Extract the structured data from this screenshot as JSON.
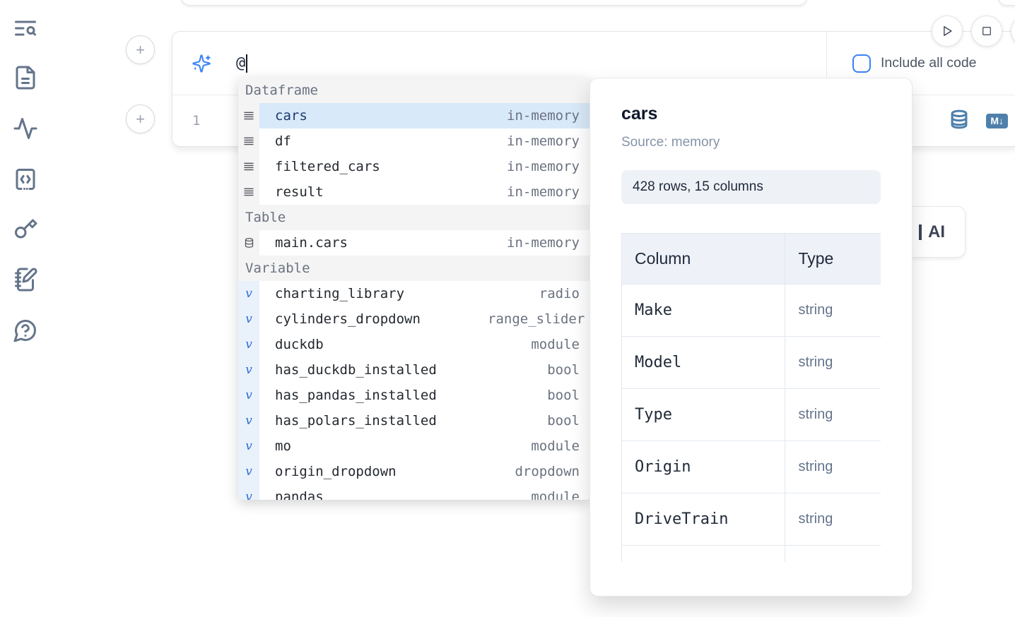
{
  "sidebar": {
    "icons": [
      "text-search-icon",
      "file-text-icon",
      "activity-icon",
      "code-snippets-icon",
      "key-icon",
      "notebook-pen-icon",
      "help-bubble-icon"
    ]
  },
  "run_controls": {
    "play": "run-cell",
    "stop": "interrupt"
  },
  "ai_panel": {
    "prompt_value": "@",
    "include_all_code_label": "Include all code",
    "checkbox_checked": false
  },
  "editor": {
    "line_number": "1"
  },
  "cell_actions": {
    "markdown_badge": "M↓"
  },
  "ai_button": {
    "visible_label": "AI"
  },
  "completion": {
    "sections": [
      {
        "label": "Dataframe",
        "kind": "dataframe",
        "items": [
          {
            "name": "cars",
            "detail": "in-memory",
            "selected": true
          },
          {
            "name": "df",
            "detail": "in-memory",
            "selected": false
          },
          {
            "name": "filtered_cars",
            "detail": "in-memory",
            "selected": false
          },
          {
            "name": "result",
            "detail": "in-memory",
            "selected": false
          }
        ]
      },
      {
        "label": "Table",
        "kind": "table",
        "items": [
          {
            "name": "main.cars",
            "detail": "in-memory",
            "selected": false
          }
        ]
      },
      {
        "label": "Variable",
        "kind": "variable",
        "items": [
          {
            "name": "charting_library",
            "detail": "radio",
            "selected": false
          },
          {
            "name": "cylinders_dropdown",
            "detail": "range_slider",
            "selected": false
          },
          {
            "name": "duckdb",
            "detail": "module",
            "selected": false
          },
          {
            "name": "has_duckdb_installed",
            "detail": "bool",
            "selected": false
          },
          {
            "name": "has_pandas_installed",
            "detail": "bool",
            "selected": false
          },
          {
            "name": "has_polars_installed",
            "detail": "bool",
            "selected": false
          },
          {
            "name": "mo",
            "detail": "module",
            "selected": false
          },
          {
            "name": "origin_dropdown",
            "detail": "dropdown",
            "selected": false
          },
          {
            "name": "pandas",
            "detail": "module",
            "selected": false
          }
        ]
      }
    ]
  },
  "tooltip": {
    "title": "cars",
    "source": "Source: memory",
    "shape_badge": "428 rows, 15 columns",
    "table": {
      "headers": [
        "Column",
        "Type"
      ],
      "rows": [
        [
          "Make",
          "string"
        ],
        [
          "Model",
          "string"
        ],
        [
          "Type",
          "string"
        ],
        [
          "Origin",
          "string"
        ],
        [
          "DriveTrain",
          "string"
        ]
      ]
    }
  },
  "colors": {
    "accent_blue": "#3b82f6",
    "selected_row_bg": "#d8e9f9",
    "steel_icon": "#4e80ab",
    "section_bg": "#f4f4f5",
    "variable_gutter_bg": "#e9f1fb",
    "table_header_bg": "#eef2f8"
  }
}
